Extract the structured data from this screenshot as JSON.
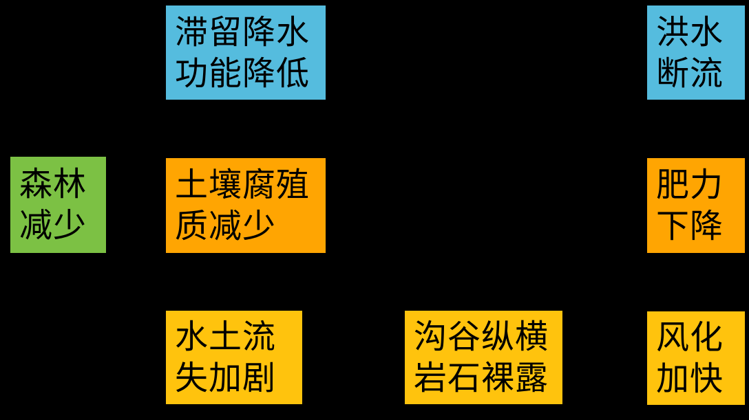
{
  "canvas": {
    "background": "#000000",
    "text_color": "#000000"
  },
  "palette": {
    "cause_green": "#7CC144",
    "hydrology_blue": "#55BCDE",
    "soil_orange": "#FFA502",
    "terrain_yellow": "#FFC30D"
  },
  "boxes": [
    {
      "id": "forest-decrease",
      "lines": [
        "森林",
        "减少"
      ],
      "color": "#7CC144"
    },
    {
      "id": "rain-retention",
      "lines": [
        "滞留降水",
        "功能降低"
      ],
      "color": "#55BCDE"
    },
    {
      "id": "flood-cutoff",
      "lines": [
        "洪水",
        "断流"
      ],
      "color": "#55BCDE"
    },
    {
      "id": "soil-humus",
      "lines": [
        "土壤腐殖",
        "质减少"
      ],
      "color": "#FFA502"
    },
    {
      "id": "fertility-decline",
      "lines": [
        "肥力",
        "下降"
      ],
      "color": "#FFA502"
    },
    {
      "id": "soil-erosion",
      "lines": [
        "水土流",
        "失加剧"
      ],
      "color": "#FFC30D"
    },
    {
      "id": "gully-rock-exposed",
      "lines": [
        "沟谷纵横",
        "岩石裸露"
      ],
      "color": "#FFC30D"
    },
    {
      "id": "weathering-faster",
      "lines": [
        "风化",
        "加快"
      ],
      "color": "#FFC30D"
    }
  ]
}
